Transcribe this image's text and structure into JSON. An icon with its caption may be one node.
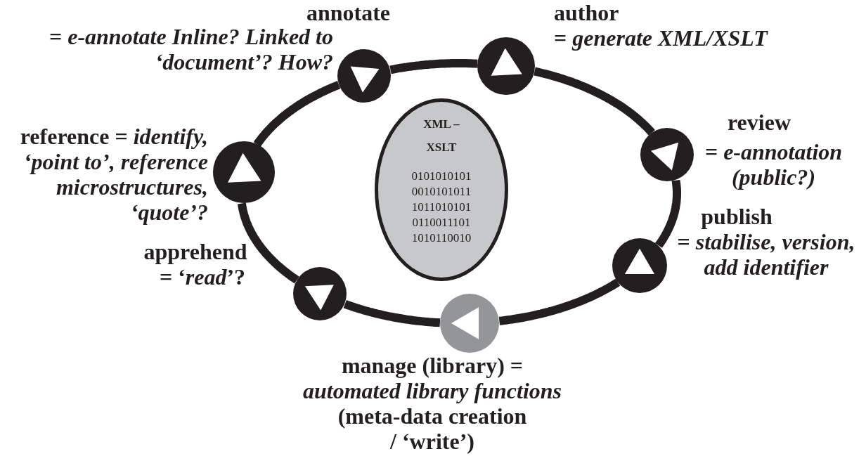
{
  "diagram": {
    "nodes": [
      {
        "text": [],
        "shape": "circle",
        "beside": [
          "annotate",
          "= *e-annotate Inline? Linked to ‘document’? How?*"
        ]
      },
      {
        "text": [],
        "shape": "circle",
        "beside": [
          "author",
          "= *generate XML/XSLT*"
        ]
      },
      {
        "text": [],
        "shape": "circle",
        "beside": [
          "reference = *identify, ‘point to’, reference microstructures, ‘quote’?*"
        ]
      },
      {
        "text": [
          "XML – XSLT",
          "0101010101 0010101011 1011010101 0110011101 1010110010"
        ]
      },
      {
        "text": [],
        "shape": "circle",
        "beside": [
          "review",
          "= *e-annotation (public?)*"
        ]
      },
      {
        "text": [],
        "shape": "circle",
        "beside": [
          "publish",
          "= *stabilise, version, add identifier*"
        ]
      },
      {
        "text": [],
        "shape": "circle",
        "beside": [
          "apprehend",
          "= ‘*read*’?"
        ]
      },
      {
        "text": [],
        "shape": "circle",
        "beside": [
          "manage (library) =",
          "automated library functions",
          "(meta-data creation / ‘write’)"
        ]
      }
    ],
    "edges": [
      {
        "from": 0,
        "to": 1,
        "arrow": "none"
      },
      {
        "from": 1,
        "to": 4,
        "arrow": "none"
      },
      {
        "from": 4,
        "to": 5,
        "arrow": "none"
      },
      {
        "from": 5,
        "to": 7,
        "arrow": "none"
      },
      {
        "from": 7,
        "to": 6,
        "arrow": "none"
      },
      {
        "from": 6,
        "to": 2,
        "arrow": "none"
      },
      {
        "from": 2,
        "to": 0,
        "arrow": "none"
      }
    ]
  }
}
